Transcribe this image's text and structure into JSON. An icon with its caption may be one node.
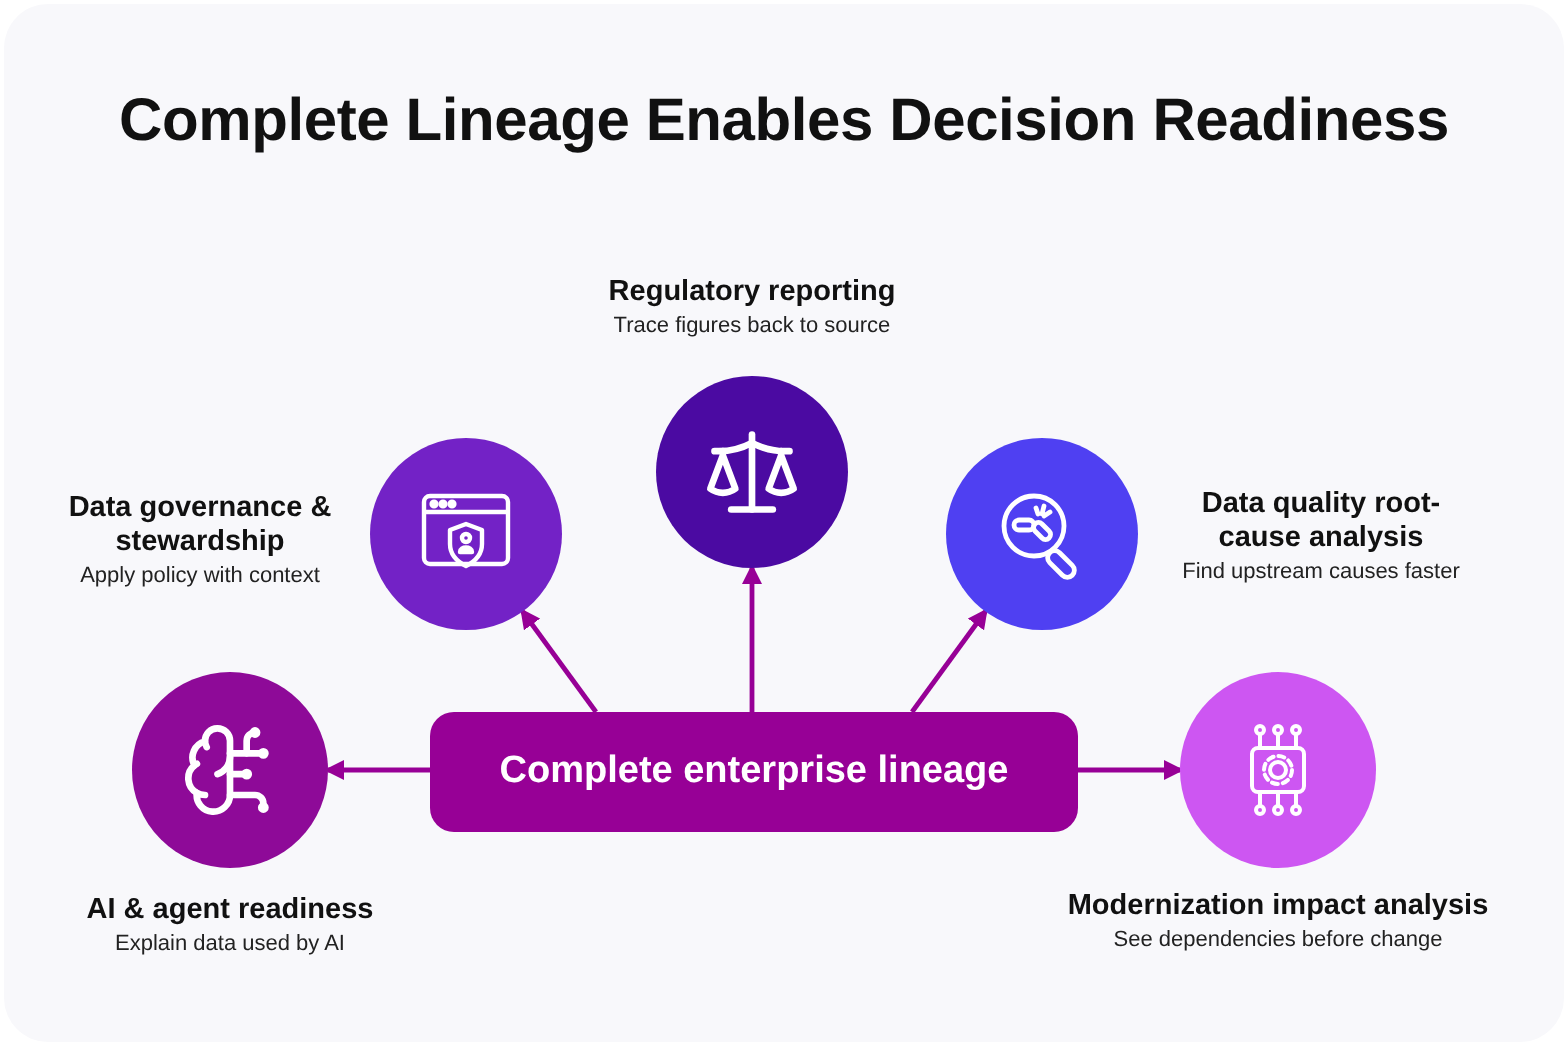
{
  "diagram": {
    "title": "Complete Lineage Enables Decision Readiness",
    "nodes": [
      {
        "text": [
          "Regulatory reporting",
          "Trace figures back to source"
        ]
      },
      {
        "text": [
          "Data governance & stewardship",
          "Apply policy with context"
        ]
      },
      {
        "text": [
          "Data quality root-cause analysis",
          "Find upstream causes faster"
        ]
      },
      {
        "text": [
          "Complete enterprise lineage"
        ]
      },
      {
        "text": [
          "AI & agent readiness",
          "Explain data used by AI"
        ]
      },
      {
        "text": [
          "Modernization impact analysis",
          "See dependencies before change"
        ]
      }
    ],
    "edges": [
      {
        "from": 3,
        "to": 0,
        "arrow": "to"
      },
      {
        "from": 3,
        "to": 1,
        "arrow": "to"
      },
      {
        "from": 3,
        "to": 2,
        "arrow": "to"
      },
      {
        "from": 3,
        "to": 4,
        "arrow": "to"
      },
      {
        "from": 3,
        "to": 5,
        "arrow": "to"
      }
    ]
  }
}
